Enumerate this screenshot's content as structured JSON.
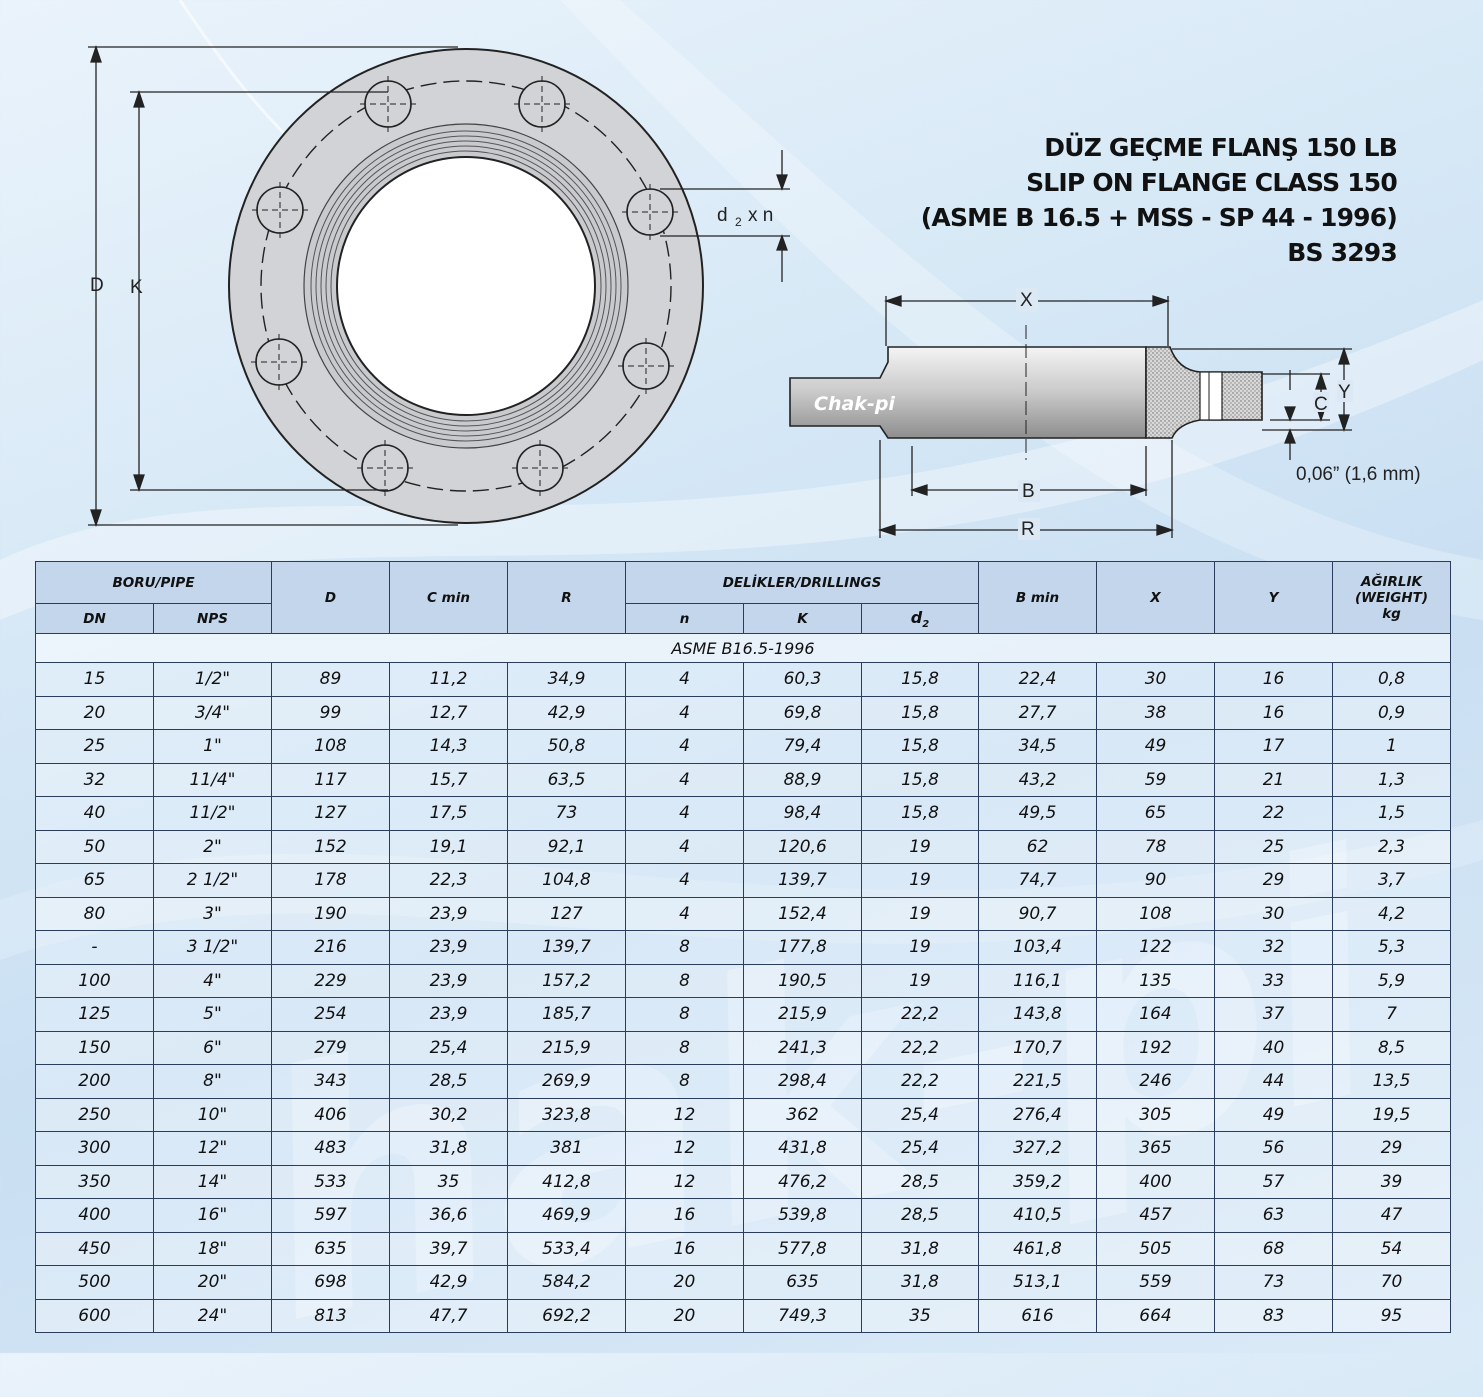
{
  "title": {
    "line1": "DÜZ GEÇME FLANŞ 150 LB",
    "line2": "SLIP ON FLANGE CLASS 150",
    "line3": "(ASME B 16.5 + MSS - SP 44 - 1996)",
    "line4": "BS 3293"
  },
  "drawing": {
    "label_D": "D",
    "label_K": "K",
    "label_d2": "d",
    "label_d2_sub": "2",
    "label_d2_tail": "x n",
    "label_X": "X",
    "label_Y": "Y",
    "label_C": "C",
    "label_B": "B",
    "label_R": "R",
    "note": "0,06” (1,6 mm)",
    "logo": "Chak-pi"
  },
  "watermark": "hak-pi",
  "table": {
    "h_pipe": "BORU/PIPE",
    "h_dn": "DN",
    "h_nps": "NPS",
    "h_D": "D",
    "h_cmin": "C min",
    "h_R": "R",
    "h_drill": "DELİKLER/DRILLINGS",
    "h_n": "n",
    "h_K": "K",
    "h_d2": "d",
    "h_d2_sub": "2",
    "h_bmin": "B min",
    "h_X": "X",
    "h_Y": "Y",
    "h_weight1": "AĞIRLIK",
    "h_weight2": "(WEIGHT)",
    "h_weight3": "kg",
    "section": "ASME B16.5-1996",
    "rows": [
      [
        "15",
        "1/2\"",
        "89",
        "11,2",
        "34,9",
        "4",
        "60,3",
        "15,8",
        "22,4",
        "30",
        "16",
        "0,8"
      ],
      [
        "20",
        "3/4\"",
        "99",
        "12,7",
        "42,9",
        "4",
        "69,8",
        "15,8",
        "27,7",
        "38",
        "16",
        "0,9"
      ],
      [
        "25",
        "1\"",
        "108",
        "14,3",
        "50,8",
        "4",
        "79,4",
        "15,8",
        "34,5",
        "49",
        "17",
        "1"
      ],
      [
        "32",
        "11/4\"",
        "117",
        "15,7",
        "63,5",
        "4",
        "88,9",
        "15,8",
        "43,2",
        "59",
        "21",
        "1,3"
      ],
      [
        "40",
        "11/2\"",
        "127",
        "17,5",
        "73",
        "4",
        "98,4",
        "15,8",
        "49,5",
        "65",
        "22",
        "1,5"
      ],
      [
        "50",
        "2\"",
        "152",
        "19,1",
        "92,1",
        "4",
        "120,6",
        "19",
        "62",
        "78",
        "25",
        "2,3"
      ],
      [
        "65",
        "2 1/2\"",
        "178",
        "22,3",
        "104,8",
        "4",
        "139,7",
        "19",
        "74,7",
        "90",
        "29",
        "3,7"
      ],
      [
        "80",
        "3\"",
        "190",
        "23,9",
        "127",
        "4",
        "152,4",
        "19",
        "90,7",
        "108",
        "30",
        "4,2"
      ],
      [
        "-",
        "3 1/2\"",
        "216",
        "23,9",
        "139,7",
        "8",
        "177,8",
        "19",
        "103,4",
        "122",
        "32",
        "5,3"
      ],
      [
        "100",
        "4\"",
        "229",
        "23,9",
        "157,2",
        "8",
        "190,5",
        "19",
        "116,1",
        "135",
        "33",
        "5,9"
      ],
      [
        "125",
        "5\"",
        "254",
        "23,9",
        "185,7",
        "8",
        "215,9",
        "22,2",
        "143,8",
        "164",
        "37",
        "7"
      ],
      [
        "150",
        "6\"",
        "279",
        "25,4",
        "215,9",
        "8",
        "241,3",
        "22,2",
        "170,7",
        "192",
        "40",
        "8,5"
      ],
      [
        "200",
        "8\"",
        "343",
        "28,5",
        "269,9",
        "8",
        "298,4",
        "22,2",
        "221,5",
        "246",
        "44",
        "13,5"
      ],
      [
        "250",
        "10\"",
        "406",
        "30,2",
        "323,8",
        "12",
        "362",
        "25,4",
        "276,4",
        "305",
        "49",
        "19,5"
      ],
      [
        "300",
        "12\"",
        "483",
        "31,8",
        "381",
        "12",
        "431,8",
        "25,4",
        "327,2",
        "365",
        "56",
        "29"
      ],
      [
        "350",
        "14\"",
        "533",
        "35",
        "412,8",
        "12",
        "476,2",
        "28,5",
        "359,2",
        "400",
        "57",
        "39"
      ],
      [
        "400",
        "16\"",
        "597",
        "36,6",
        "469,9",
        "16",
        "539,8",
        "28,5",
        "410,5",
        "457",
        "63",
        "47"
      ],
      [
        "450",
        "18\"",
        "635",
        "39,7",
        "533,4",
        "16",
        "577,8",
        "31,8",
        "461,8",
        "505",
        "68",
        "54"
      ],
      [
        "500",
        "20\"",
        "698",
        "42,9",
        "584,2",
        "20",
        "635",
        "31,8",
        "513,1",
        "559",
        "73",
        "70"
      ],
      [
        "600",
        "24\"",
        "813",
        "47,7",
        "692,2",
        "20",
        "749,3",
        "35",
        "616",
        "664",
        "83",
        "95"
      ]
    ]
  }
}
